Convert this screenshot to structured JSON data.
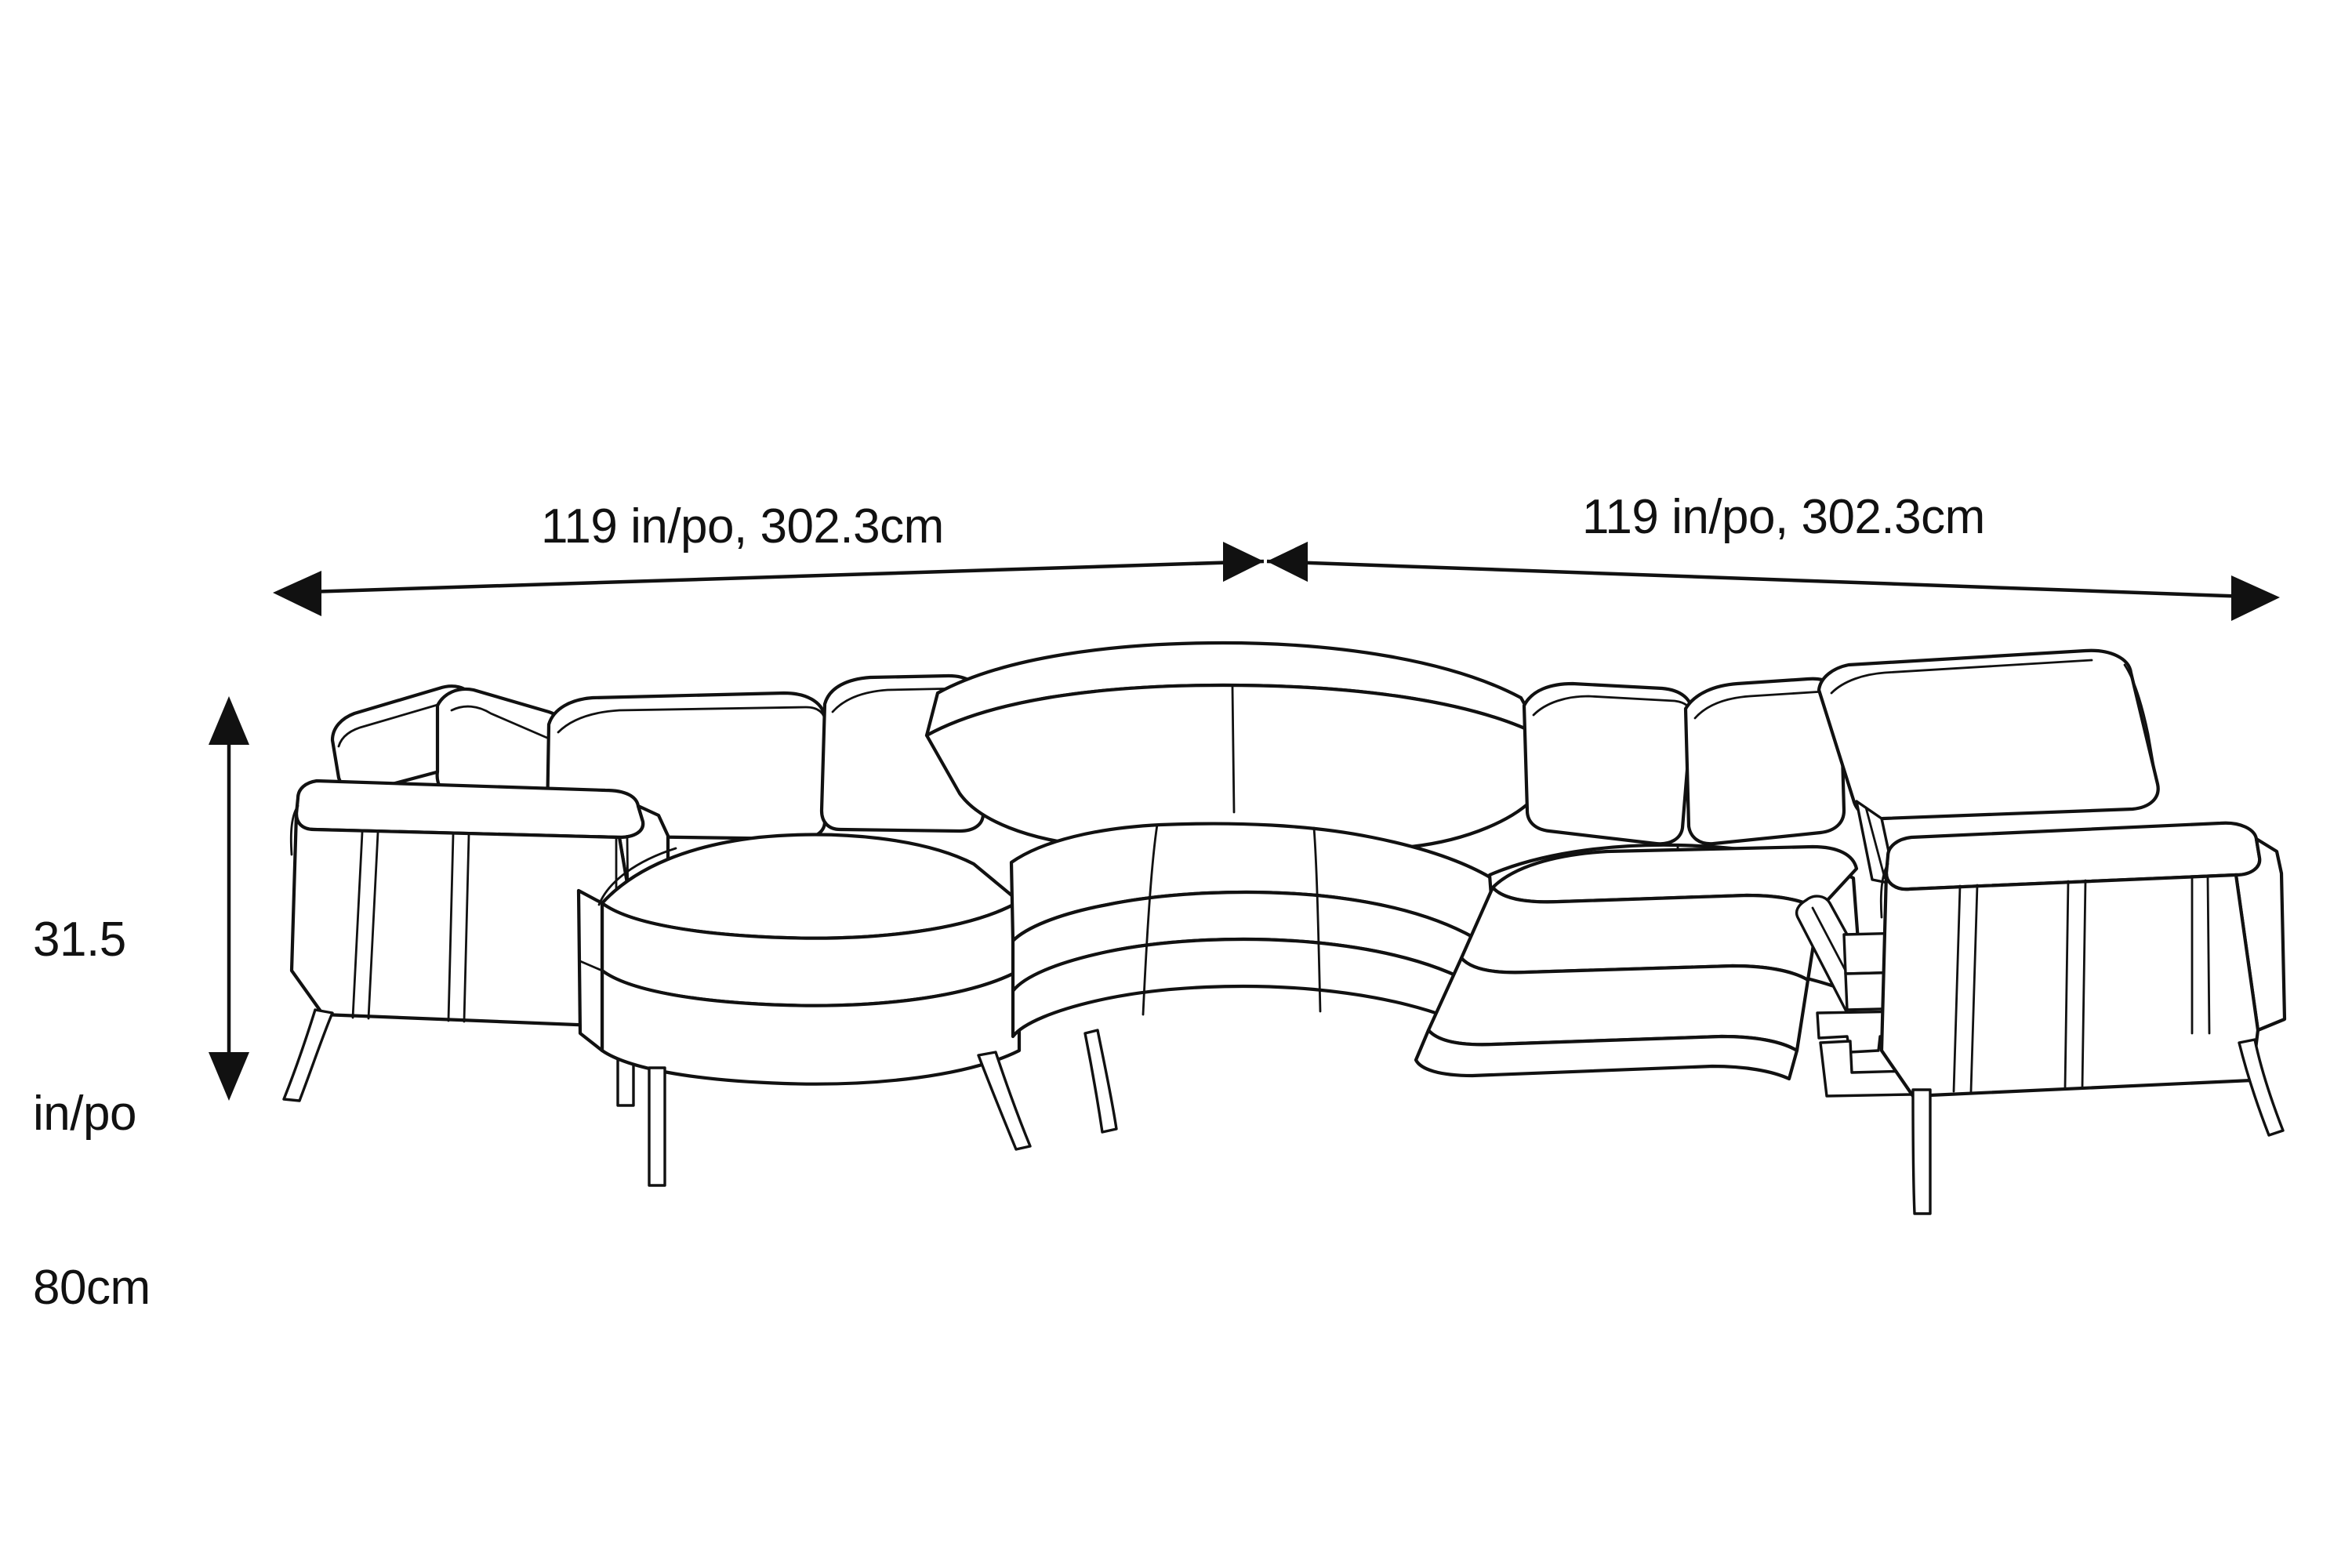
{
  "diagram": {
    "type": "furniture-dimension-line-drawing",
    "subject": "L-shaped sectional sofa with power recliner, adjustable headrests and ottoman",
    "background_color": "#ffffff",
    "line_color": "#111111",
    "text_color": "#111111"
  },
  "dimensions": {
    "width_left": {
      "text": "119 in/po, 302.3cm",
      "inches": "119",
      "unit_label": "in/po",
      "centimeters": "302.3cm"
    },
    "width_right": {
      "text": "119 in/po, 302.3cm",
      "inches": "119",
      "unit_label": "in/po",
      "centimeters": "302.3cm"
    },
    "height": {
      "line1": "31.5",
      "line2": "in/po",
      "line3": "80cm",
      "text": "31.5 in/po 80cm"
    }
  },
  "annotations": {
    "width_arrow_left_name": "width-dimension-arrow-left",
    "width_arrow_right_name": "width-dimension-arrow-right",
    "height_arrow_name": "height-dimension-arrow",
    "center_marker_name": "center-bowtie-marker"
  }
}
